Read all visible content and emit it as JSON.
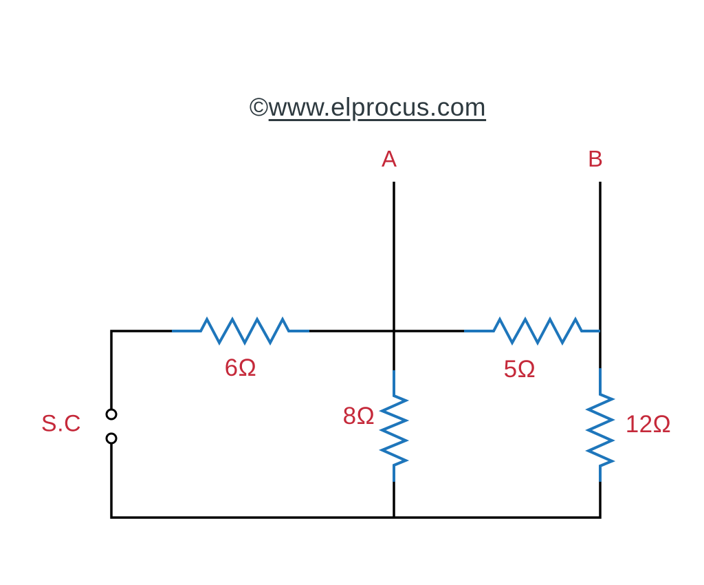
{
  "diagram": {
    "kind": "circuit-diagram",
    "description": "Two-loop resistor network with short-circuited source terminals and open terminals A-B"
  },
  "watermark": {
    "copyright": "©",
    "site": "www.elprocus.com"
  },
  "terminals": {
    "a": "A",
    "b": "B",
    "short_circuit": "S.C"
  },
  "resistors": {
    "r6": {
      "value": "6Ω",
      "orientation": "horizontal"
    },
    "r5": {
      "value": "5Ω",
      "orientation": "horizontal"
    },
    "r8": {
      "value": "8Ω",
      "orientation": "vertical"
    },
    "r12": {
      "value": "12Ω",
      "orientation": "vertical"
    }
  },
  "colors": {
    "wire": "#000000",
    "resistor_blue": "#1e76bb",
    "label_red": "#c5293a",
    "watermark_gray": "#2e3a40",
    "background": "#ffffff"
  }
}
